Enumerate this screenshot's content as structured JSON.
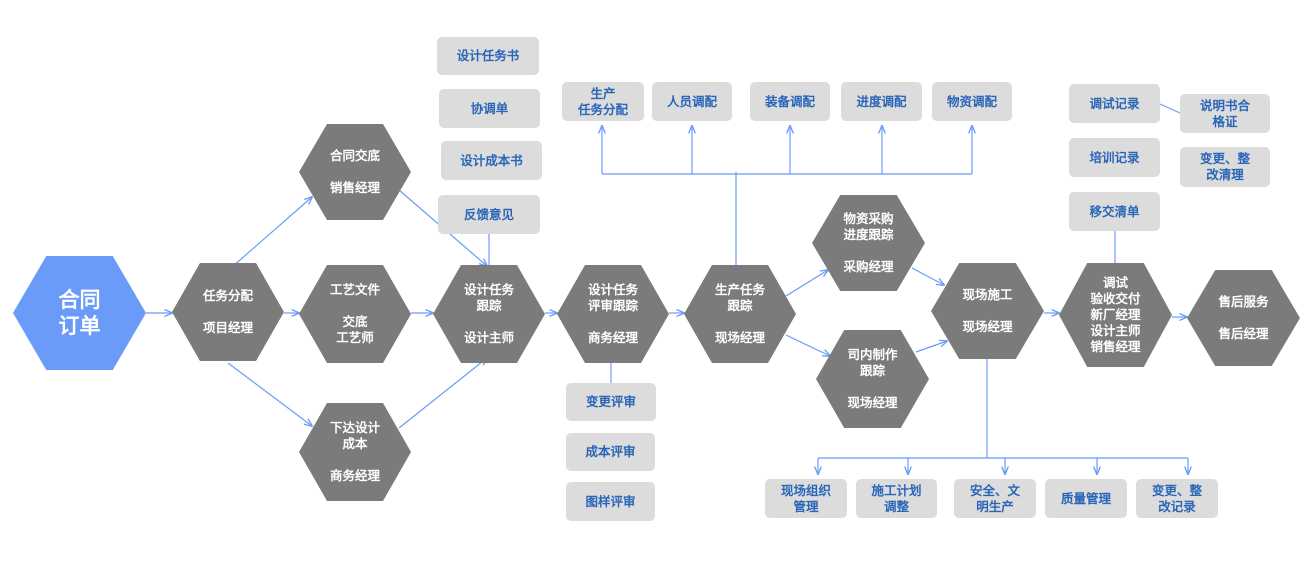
{
  "colors": {
    "hex_gray": "#7b7b7b",
    "hex_blue": "#6a9bf8",
    "box_bg": "#dcdcdc",
    "box_text": "#2a66b8",
    "arrow": "#6a9bf8"
  },
  "hexagons": {
    "contract_order": [
      "合同\n订单"
    ],
    "task_assign": [
      "任务分配",
      "项目经理"
    ],
    "contract_handover": [
      "合同交底",
      "销售经理"
    ],
    "process_docs": [
      "工艺文件",
      "交底\n工艺师"
    ],
    "issue_design_cost": [
      "下达设计\n成本",
      "商务经理"
    ],
    "design_task_tracking": [
      "设计任务\n跟踪",
      "设计主师"
    ],
    "design_review_tracking": [
      "设计任务\n评审跟踪",
      "商务经理"
    ],
    "production_task_tracking": [
      "生产任务\n跟踪",
      "现场经理"
    ],
    "procurement_tracking": [
      "物资采购\n进度跟踪",
      "采购经理"
    ],
    "inhouse_production_tracking": [
      "司内制作\n跟踪",
      "现场经理"
    ],
    "site_construction": [
      "现场施工",
      "现场经理"
    ],
    "commissioning": [
      "调试\n验收交付\n新厂经理\n设计主师\n销售经理"
    ],
    "after_sales": [
      "售后服务",
      "售后经理"
    ]
  },
  "boxes": {
    "design_brief": "设计任务书",
    "coordination_sheet": "协调单",
    "design_cost_sheet": "设计成本书",
    "feedback": "反馈意见",
    "change_review": "变更评审",
    "cost_review": "成本评审",
    "drawing_review": "图样评审",
    "production_task_assign": "生产\n任务分配",
    "staff_dispatch": "人员调配",
    "equipment_dispatch": "装备调配",
    "schedule_dispatch": "进度调配",
    "material_dispatch": "物资调配",
    "site_organization": "现场组织\n管理",
    "construction_plan": "施工计划\n调整",
    "safety_production": "安全、文\n明生产",
    "quality_management": "质量管理",
    "change_rectify_record": "变更、整\n改记录",
    "commissioning_record": "调试记录",
    "training_record": "培训记录",
    "handover_list": "移交清单",
    "manual_certificate": "说明书合\n格证",
    "change_rectify_list": "变更、整\n改清理"
  }
}
